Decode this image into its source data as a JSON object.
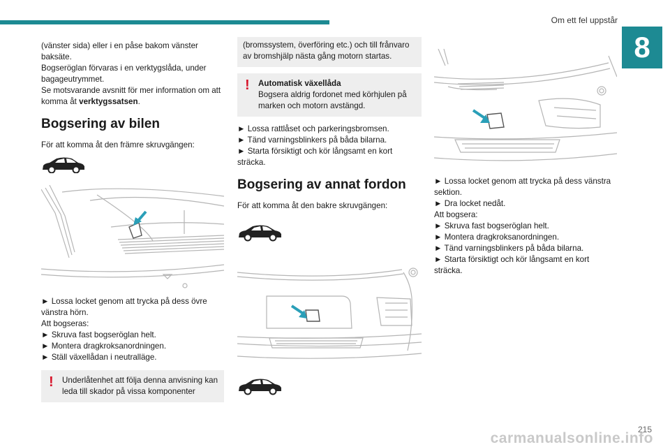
{
  "header": {
    "chapter_title": "Om ett fel uppstår",
    "chapter_number": "8"
  },
  "col1": {
    "intro": [
      "(vänster sida) eller i en påse bakom vänster baksäte.",
      "Bogseröglan förvaras i en verktygslåda, under bagageutrymmet."
    ],
    "ref_text": "Se motsvarande avsnitt för mer information om att komma åt ",
    "ref_bold": "verktygssatsen",
    "ref_end": ".",
    "heading": "Bogsering av bilen",
    "lead": "För att komma åt den främre skruvgängen:",
    "steps": [
      "► Lossa locket genom att trycka på dess övre vänstra hörn.",
      "Att bogseras:",
      "► Skruva fast bogseröglan helt.",
      "► Montera dragkroksanordningen.",
      "► Ställ växellådan i neutralläge."
    ],
    "warning": "Underlåtenhet att följa denna anvisning kan leda till skador på vissa komponenter"
  },
  "col2": {
    "box_text": "(bromssystem, överföring etc.) och till frånvaro av bromshjälp nästa gång motorn startas.",
    "warning_title": "Automatisk växellåda",
    "warning_text": "Bogsera aldrig fordonet med körhjulen på marken och motorn avstängd.",
    "steps": [
      "► Lossa rattlåset och parkeringsbromsen.",
      "► Tänd varningsblinkers på båda bilarna.",
      "► Starta försiktigt och kör långsamt en kort sträcka."
    ],
    "heading": "Bogsering av annat fordon",
    "lead": "För att komma åt den bakre skruvgängen:"
  },
  "col3": {
    "steps": [
      "► Lossa locket genom att trycka på dess vänstra sektion.",
      "► Dra locket nedåt.",
      "Att bogsera:",
      "► Skruva fast bogseröglan helt.",
      "► Montera dragkroksanordningen.",
      "► Tänd varningsblinkers på båda bilarna.",
      "► Starta försiktigt och kör långsamt en kort sträcka."
    ]
  },
  "footer": {
    "page_number": "215",
    "watermark": "carmanualsonline.info"
  },
  "colors": {
    "accent": "#1d8a93",
    "warning": "#d7142a",
    "box": "#eeeeee"
  },
  "icons": [
    "car-side-icon",
    "warning-exclamation-icon",
    "arrow-pointer-icon"
  ]
}
